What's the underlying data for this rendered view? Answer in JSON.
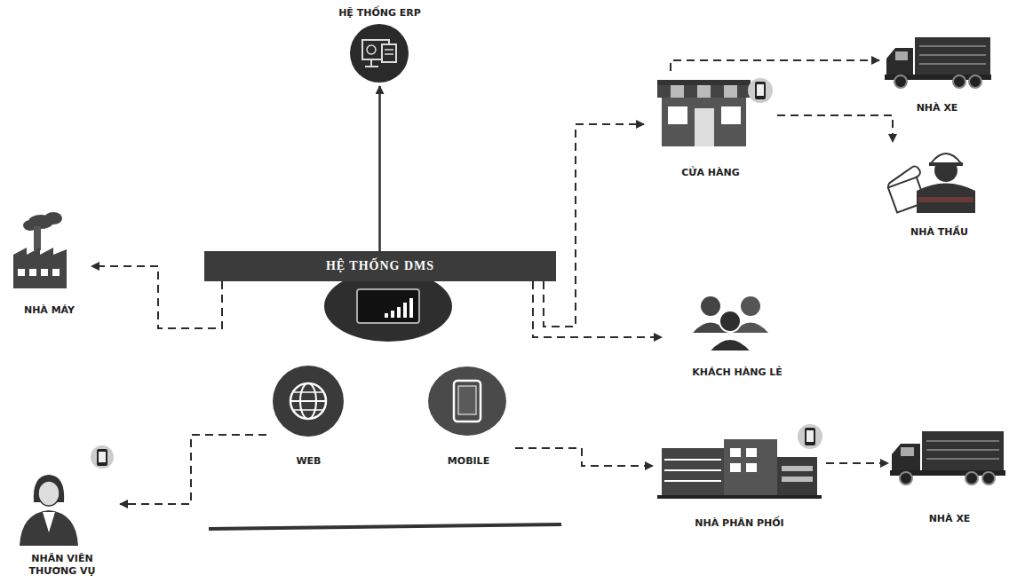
{
  "diagram": {
    "nodes": [
      {
        "text": [
          "HỆ THỐNG ERP"
        ]
      },
      {
        "text": [
          "NHÀ XE"
        ]
      },
      {
        "text": [
          "CỬA HÀNG"
        ]
      },
      {
        "text": [
          "NHÀ THẦU"
        ]
      },
      {
        "text": [
          "NHÀ MÁY"
        ]
      },
      {
        "text": [
          "HỆ THỐNG DMS"
        ]
      },
      {
        "text": [
          "KHÁCH HÀNG LẺ"
        ]
      },
      {
        "text": [
          "WEB"
        ]
      },
      {
        "text": [
          "MOBILE"
        ]
      },
      {
        "text": [
          "NHÀ PHÂN PHỐI"
        ]
      },
      {
        "text": [
          "NHÀ XE"
        ]
      },
      {
        "text": [
          "NHÂN VIÊN THƯƠNG VỤ"
        ]
      }
    ],
    "edges": [
      {
        "from": 5,
        "to": 0,
        "arrow": "to"
      },
      {
        "from": 5,
        "to": 4,
        "arrow": "to"
      },
      {
        "from": 5,
        "to": 2,
        "arrow": "to"
      },
      {
        "from": 5,
        "to": 6,
        "arrow": "to"
      },
      {
        "from": 2,
        "to": 1,
        "arrow": "to"
      },
      {
        "from": 2,
        "to": 3,
        "arrow": "to"
      },
      {
        "from": 8,
        "to": 9,
        "arrow": "to"
      },
      {
        "from": 9,
        "to": 10,
        "arrow": "to"
      },
      {
        "from": 7,
        "to": 11,
        "arrow": "to"
      }
    ]
  }
}
